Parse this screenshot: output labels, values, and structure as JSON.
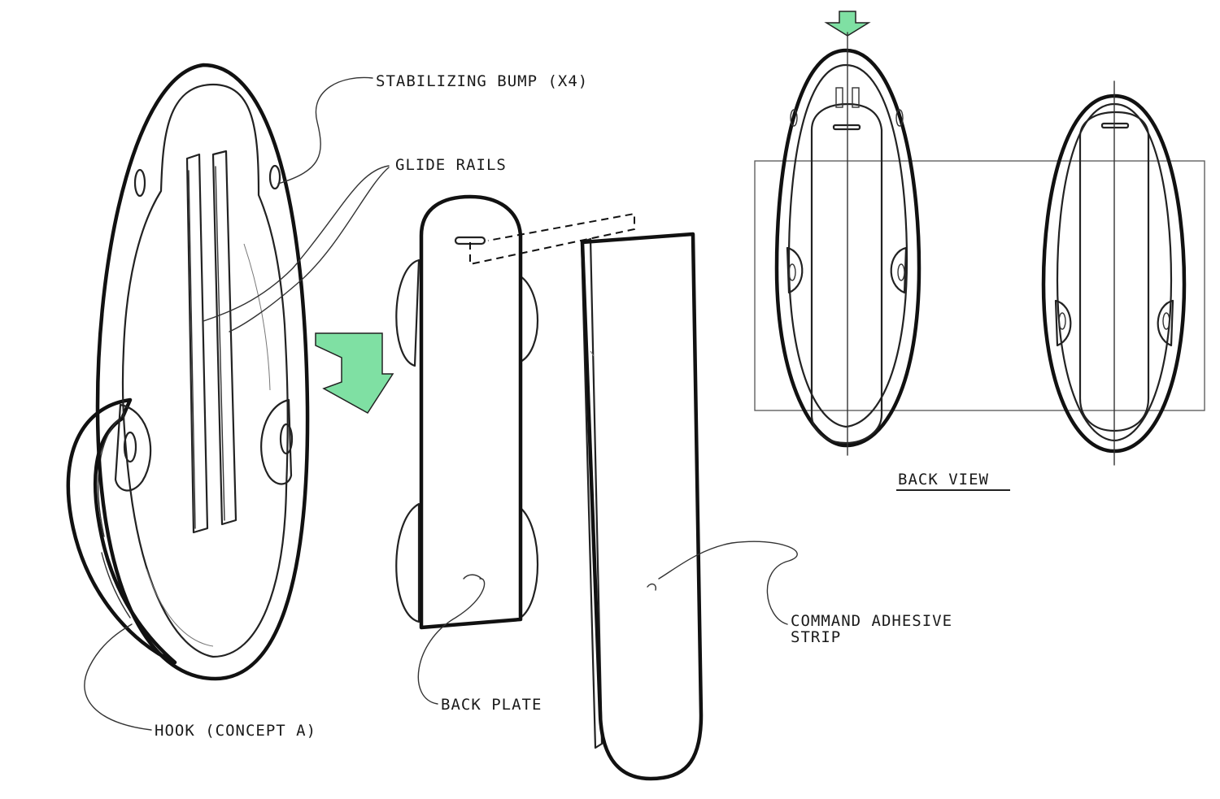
{
  "labels": {
    "stabilizing_bump": "STABILIZING BUMP (X4)",
    "glide_rails": "GLIDE RAILS",
    "back_plate": "BACK PLATE",
    "hook": "HOOK (CONCEPT A)",
    "command_strip_line1": "COMMAND ADHESIVE",
    "command_strip_line2": "STRIP",
    "back_view": "BACK VIEW"
  },
  "colors": {
    "ink": "#111111",
    "arrow_fill": "#7fe0a3",
    "shading": "#d8d8d8"
  }
}
